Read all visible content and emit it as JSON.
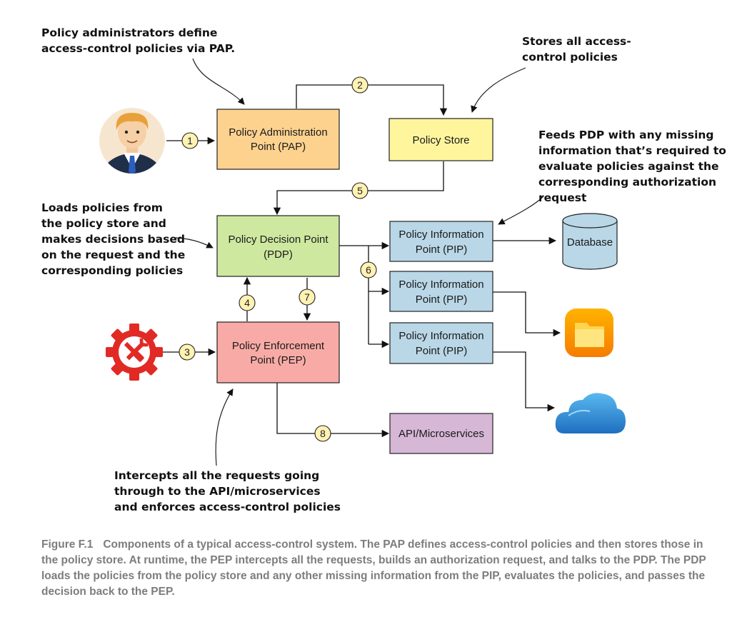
{
  "boxes": {
    "pap": [
      "Policy Administration",
      "Point (PAP)"
    ],
    "store": [
      "Policy Store"
    ],
    "pdp": [
      "Policy Decision Point",
      "(PDP)"
    ],
    "pep": [
      "Policy Enforcement",
      "Point (PEP)"
    ],
    "pip1": [
      "Policy Information",
      "Point (PIP)"
    ],
    "pip2": [
      "Policy Information",
      "Point (PIP)"
    ],
    "pip3": [
      "Policy Information",
      "Point (PIP)"
    ],
    "api": [
      "API/Microservices"
    ],
    "database": [
      "Database"
    ]
  },
  "steps": [
    "1",
    "2",
    "3",
    "4",
    "5",
    "6",
    "7",
    "8"
  ],
  "annotations": {
    "pap_note": [
      "Policy administrators define",
      "access-control policies via PAP."
    ],
    "store_note": [
      "Stores all access-",
      "control policies"
    ],
    "pip_note": [
      "Feeds PDP with any missing",
      "information that’s required to",
      "evaluate policies against the",
      "corresponding authorization",
      "request"
    ],
    "pdp_note": [
      "Loads policies from",
      "the policy store and",
      "makes decisions based",
      "on the request and the",
      "corresponding policies"
    ],
    "pep_note": [
      "Intercepts all the requests going",
      "through to the API/microservices",
      "and enforces access-control policies"
    ]
  },
  "icons": [
    "administrator-avatar-icon",
    "gear-tools-icon",
    "folder-icon",
    "cloud-icon",
    "database-icon"
  ],
  "colors": {
    "pap": "#fdd28f",
    "store": "#fff59d",
    "pdp": "#cfe8a0",
    "pep": "#f8aba6",
    "pip": "#b9d7e6",
    "api": "#d6b7d6",
    "step_badge": "#fff2b3"
  },
  "caption": {
    "label": "Figure F.1",
    "text": "Components of a typical access-control system. The PAP defines access-control policies and then stores those in the policy store. At runtime, the PEP intercepts all the requests, builds an authorization request, and talks to the PDP. The PDP loads the policies from the policy store and any other missing information from the PIP, evaluates the policies, and passes the decision back to the PEP."
  }
}
